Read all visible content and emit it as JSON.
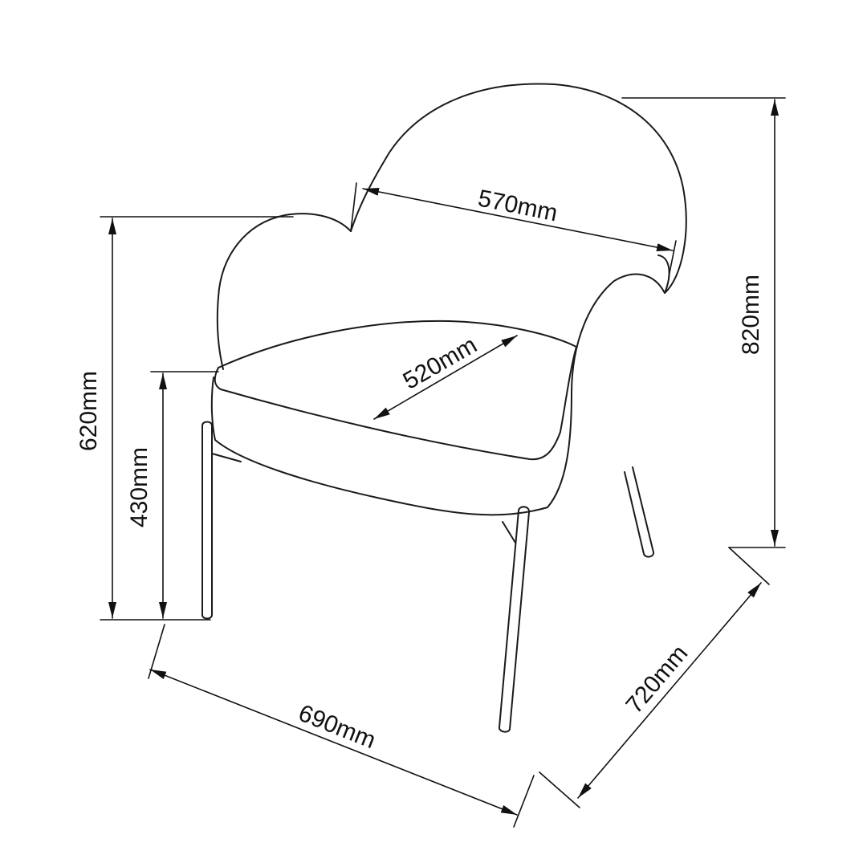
{
  "dimensions": {
    "back_width": "570mm",
    "seat_depth": "520mm",
    "total_height": "820mm",
    "armrest_height": "620mm",
    "seat_height": "430mm",
    "width": "690mm",
    "depth": "720mm"
  }
}
